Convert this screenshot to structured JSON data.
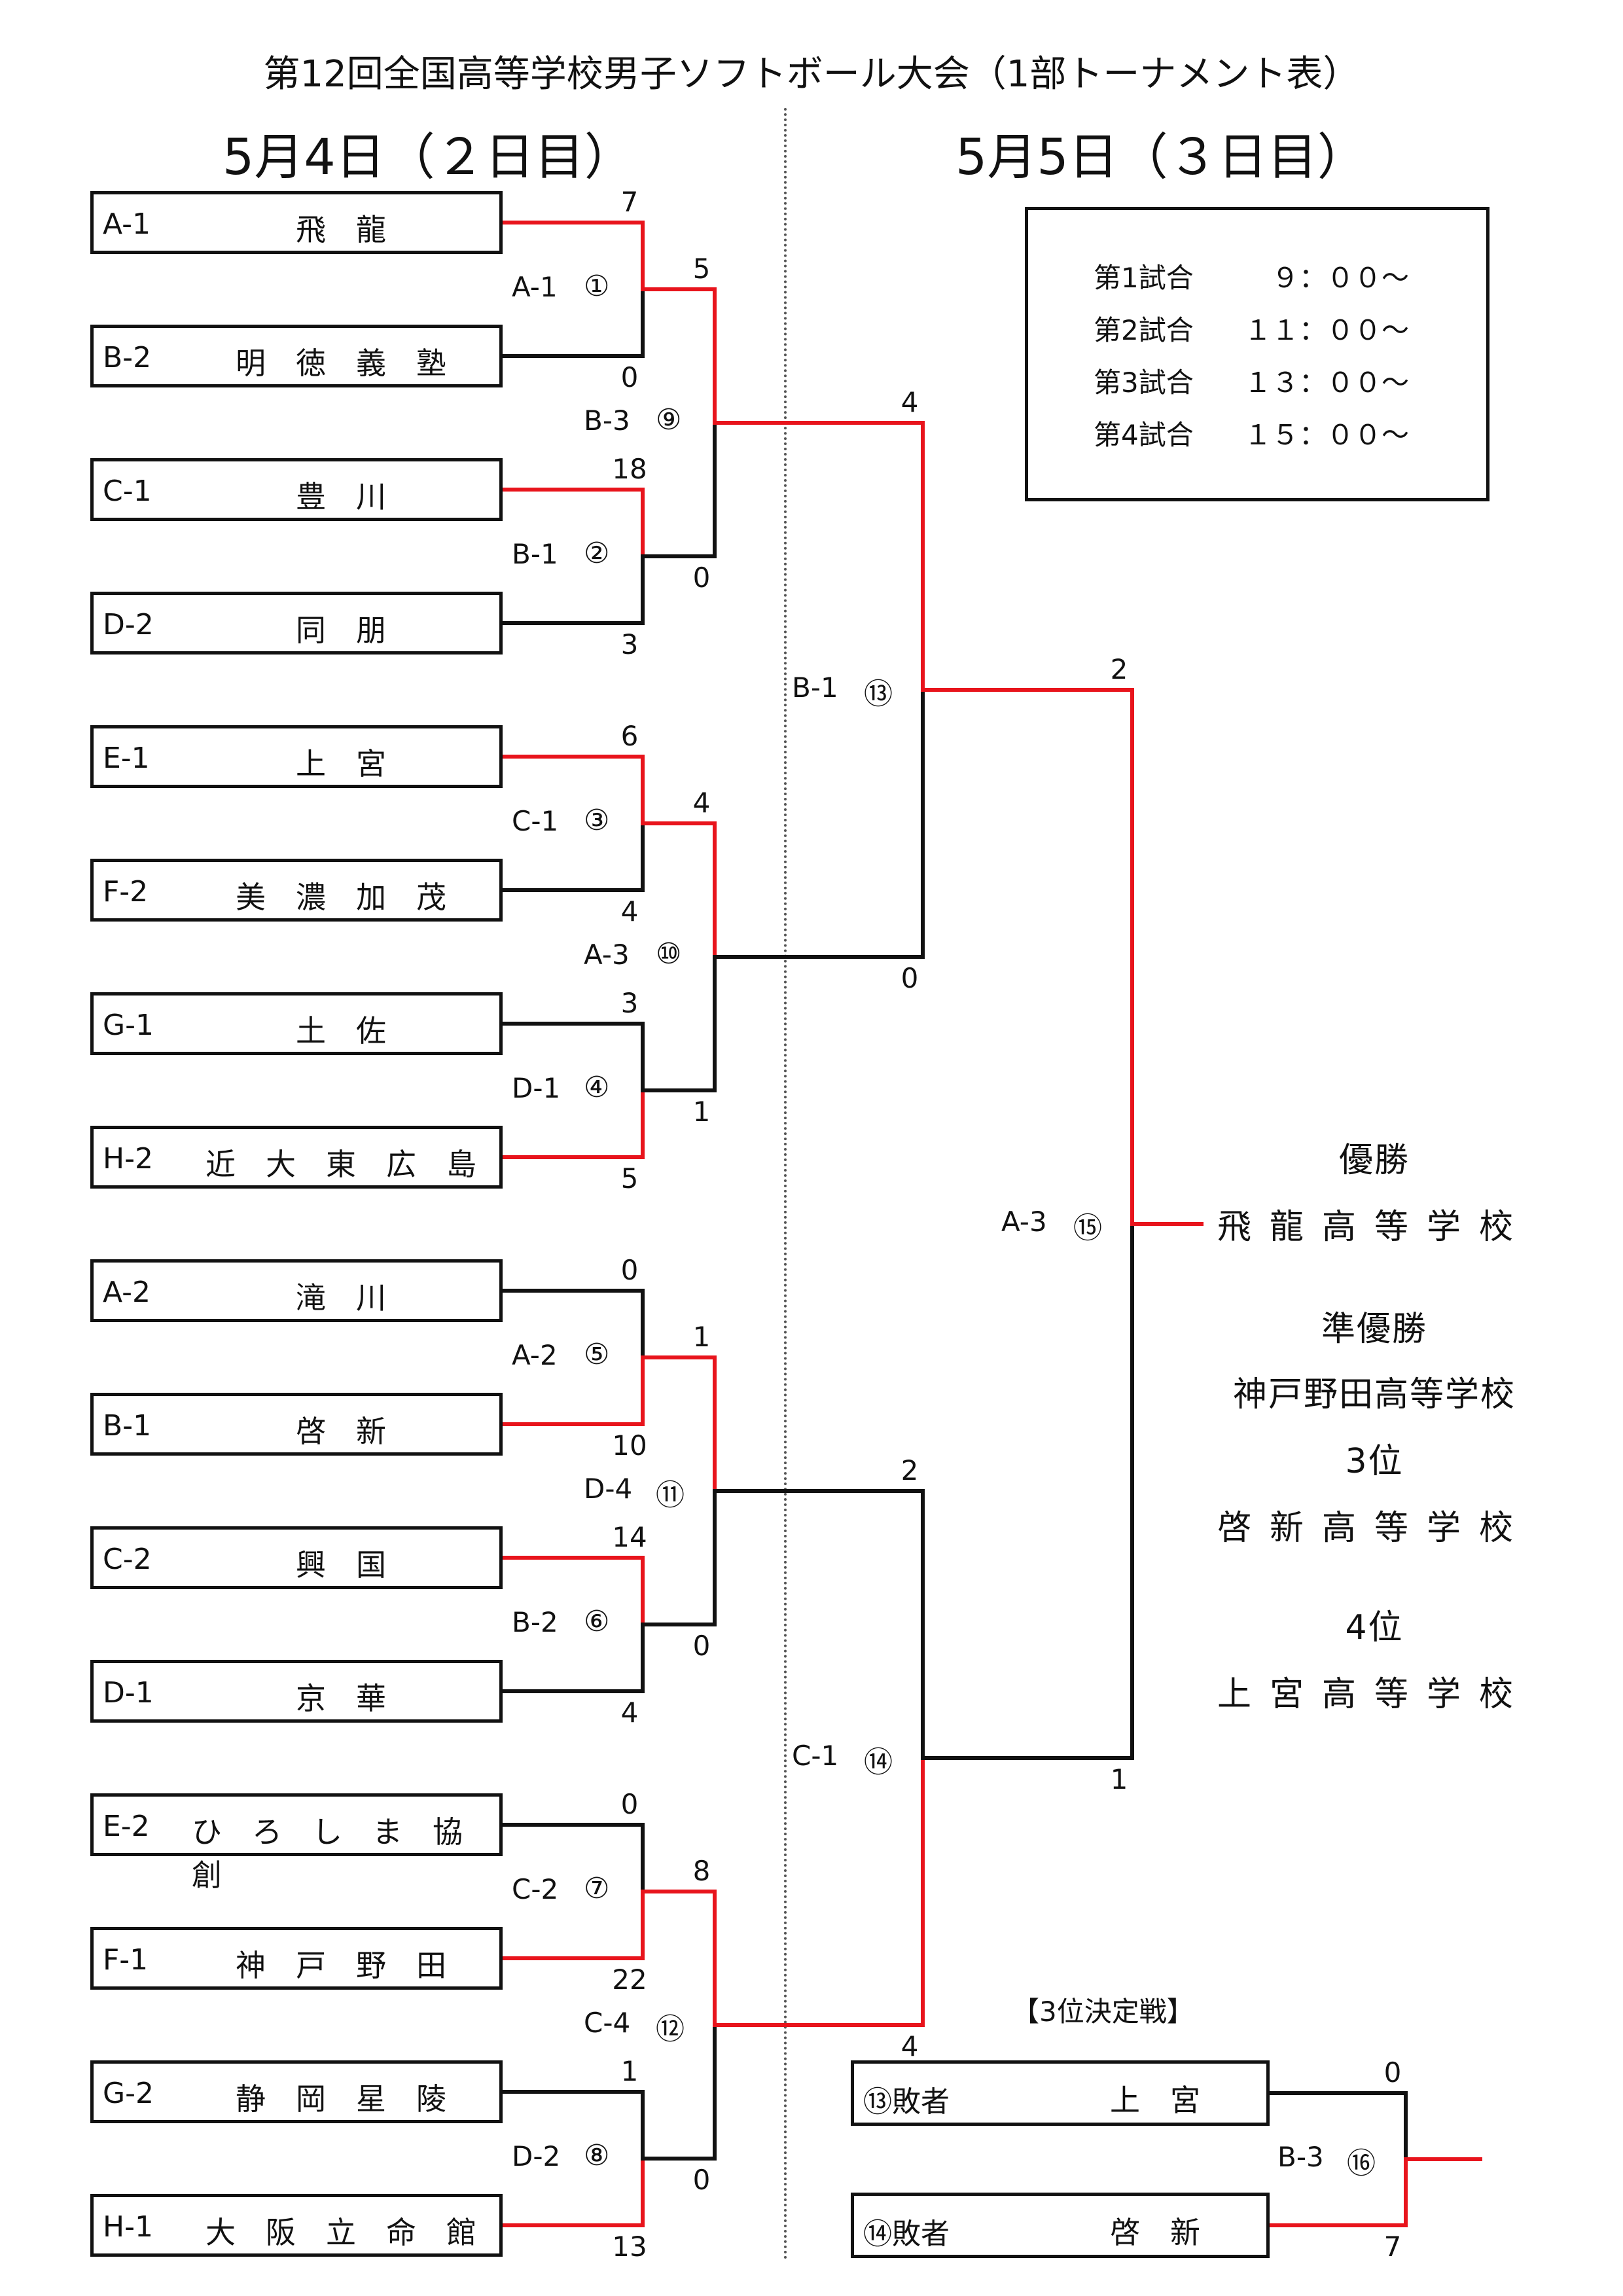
{
  "title": "第12回全国高等学校男子ソフトボール大会（1部トーナメント表）",
  "day1_label": "5月4日（２日目）",
  "day2_label": "5月5日（３日目）",
  "teams": [
    {
      "code": "A-1",
      "name": "飛　龍"
    },
    {
      "code": "B-2",
      "name": "明　徳　義　塾"
    },
    {
      "code": "C-1",
      "name": "豊　川"
    },
    {
      "code": "D-2",
      "name": "同　朋"
    },
    {
      "code": "E-1",
      "name": "上　宮"
    },
    {
      "code": "F-2",
      "name": "美　濃　加　茂"
    },
    {
      "code": "G-1",
      "name": "土　佐"
    },
    {
      "code": "H-2",
      "name": "近　大　東　広　島"
    },
    {
      "code": "A-2",
      "name": "滝　川"
    },
    {
      "code": "B-1",
      "name": "啓　新"
    },
    {
      "code": "C-2",
      "name": "興　国"
    },
    {
      "code": "D-1",
      "name": "京　華"
    },
    {
      "code": "E-2",
      "name": "ひ　ろ　し　ま　協　創"
    },
    {
      "code": "F-1",
      "name": "神　戸　野　田"
    },
    {
      "code": "G-2",
      "name": "静　岡　星　陵"
    },
    {
      "code": "H-1",
      "name": "大　阪　立　命　館"
    }
  ],
  "round1": [
    {
      "court": "A-1",
      "no": "①",
      "top": "7",
      "bottom": "0"
    },
    {
      "court": "B-1",
      "no": "②",
      "top": "18",
      "bottom": "3"
    },
    {
      "court": "C-1",
      "no": "③",
      "top": "6",
      "bottom": "4"
    },
    {
      "court": "D-1",
      "no": "④",
      "top": "3",
      "bottom": "5"
    },
    {
      "court": "A-2",
      "no": "⑤",
      "top": "0",
      "bottom": "10"
    },
    {
      "court": "B-2",
      "no": "⑥",
      "top": "14",
      "bottom": "4"
    },
    {
      "court": "C-2",
      "no": "⑦",
      "top": "0",
      "bottom": "22"
    },
    {
      "court": "D-2",
      "no": "⑧",
      "top": "1",
      "bottom": "13"
    }
  ],
  "round2": [
    {
      "court": "B-3",
      "no": "⑨",
      "top": "5",
      "bottom": "0"
    },
    {
      "court": "A-3",
      "no": "⑩",
      "top": "4",
      "bottom": "1"
    },
    {
      "court": "D-4",
      "no": "⑪",
      "top": "1",
      "bottom": "0"
    },
    {
      "court": "C-4",
      "no": "⑫",
      "top": "8",
      "bottom": "0"
    }
  ],
  "semis": [
    {
      "court": "B-1",
      "no": "⑬",
      "top": "4",
      "bottom": "0"
    },
    {
      "court": "C-1",
      "no": "⑭",
      "top": "2",
      "bottom": "4"
    }
  ],
  "final": {
    "court": "A-3",
    "no": "⑮",
    "top": "2",
    "bottom": "1"
  },
  "third_place": {
    "heading": "【3位決定戦】",
    "court": "B-3",
    "no": "⑯",
    "top_who": "⑬敗者",
    "top_team": "上　宮",
    "top_score": "0",
    "bottom_who": "⑭敗者",
    "bottom_team": "啓　新",
    "bottom_score": "7"
  },
  "schedule": [
    {
      "game": "第1試合",
      "time": "　９：００～"
    },
    {
      "game": "第2試合",
      "time": "１１：００～"
    },
    {
      "game": "第3試合",
      "time": "１３：００～"
    },
    {
      "game": "第4試合",
      "time": "１５：００～"
    }
  ],
  "results": {
    "winner_label": "優勝",
    "winner": "飛龍高等学校",
    "runner_label": "準優勝",
    "runner": "神戸野田高等学校",
    "third_label": "3位",
    "third": "啓新高等学校",
    "fourth_label": "4位",
    "fourth": "上宮高等学校"
  },
  "colors": {
    "win": "#e8141c",
    "line": "#111111"
  }
}
